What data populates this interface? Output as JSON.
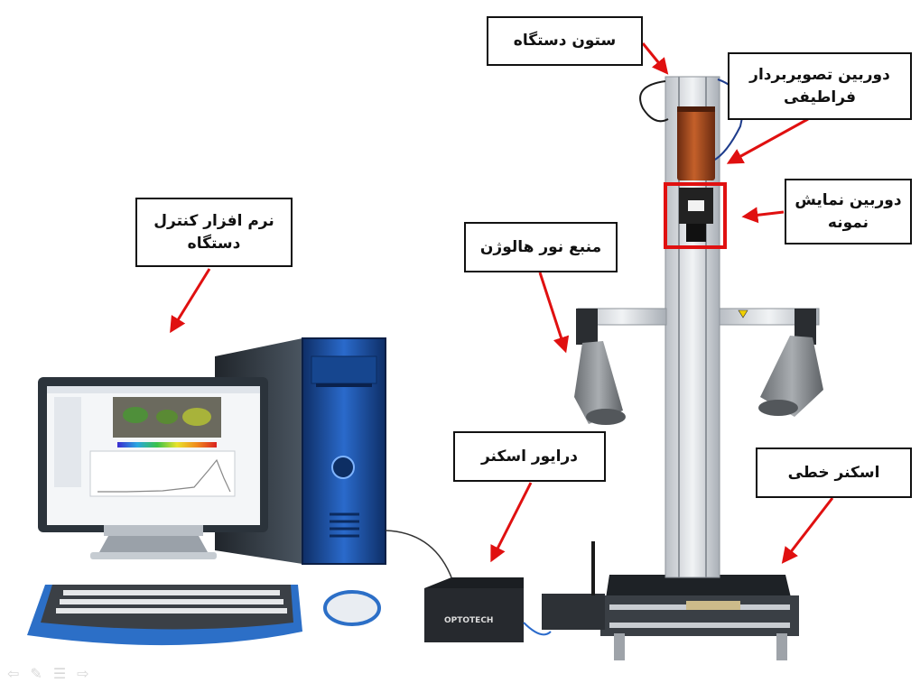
{
  "labels": {
    "device_column": "ستون دستگاه",
    "hyperspectral_camera": "دوربین تصویربردار فراطیفی",
    "sample_display_camera": "دوربین نمایش نمونه",
    "halogen_light_source": "منبع نور هالوژن",
    "control_software": "نرم افزار کنترل دستگاه",
    "scanner_driver": "درایور اسکنر",
    "linear_scanner": "اسکنر خطی"
  },
  "driver_brand": "OPTOTECH",
  "colors": {
    "arrow": "#e01010",
    "highlight_box": "#e01010",
    "monitor_frame": "#2f3a44",
    "pc_tower": "#1d56a8",
    "keyboard_rest": "#2c6fc7",
    "camera_body": "#b04a1c",
    "lamp": "#8a8d90"
  },
  "nav_icons": [
    "back-arrow-icon",
    "pen-icon",
    "menu-icon",
    "forward-arrow-icon"
  ]
}
